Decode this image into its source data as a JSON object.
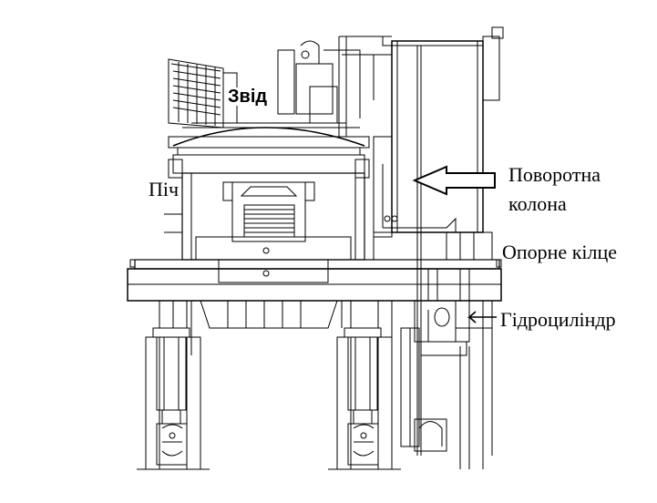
{
  "labels": {
    "roof": "Звід",
    "furnace": "Піч",
    "column_line1": "Поворотна",
    "column_line2": "колона",
    "ring": "Опорне кілце",
    "cylinder": "Гідроциліндр"
  },
  "colors": {
    "line": "#000000",
    "background": "#ffffff"
  }
}
